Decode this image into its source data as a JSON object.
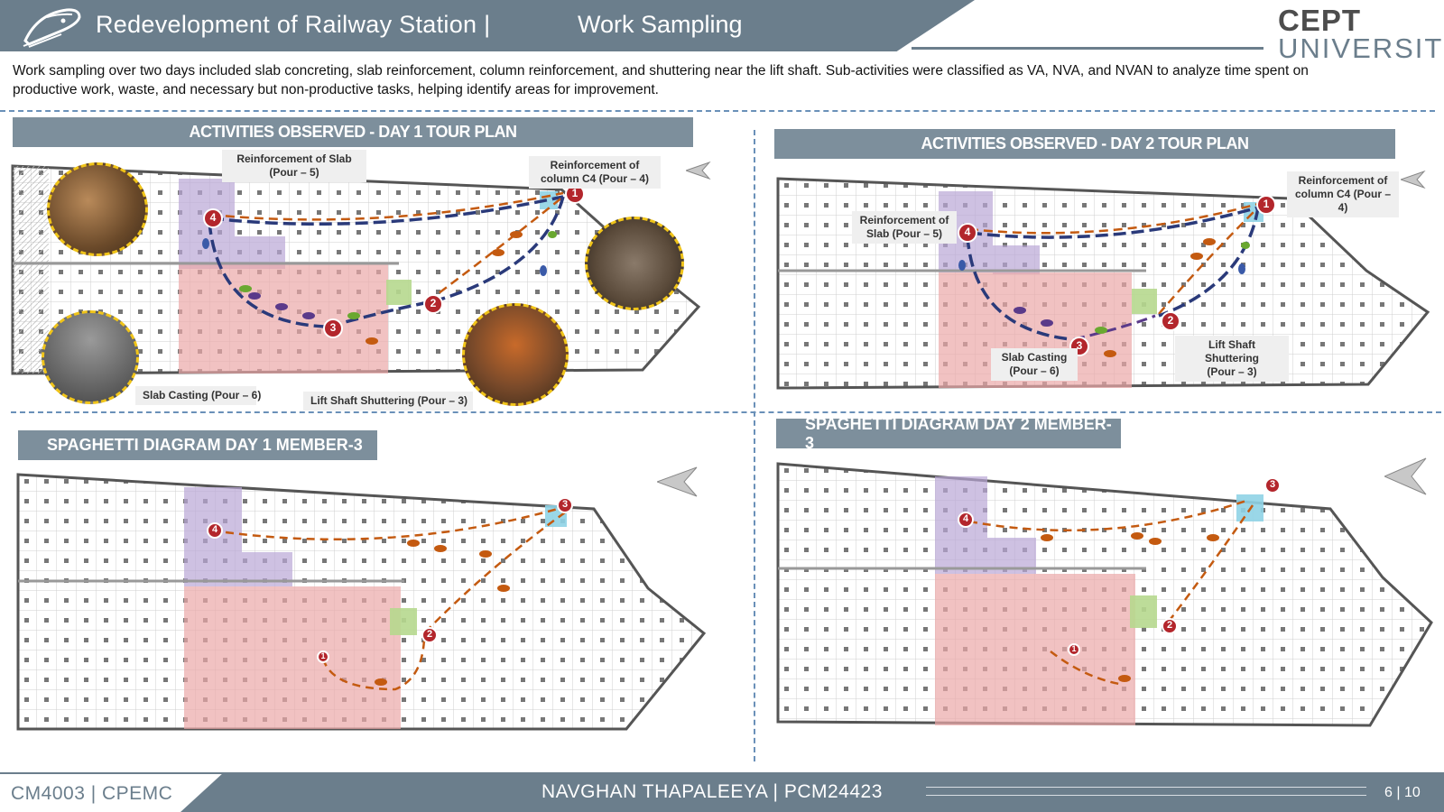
{
  "header": {
    "title": "Redevelopment of Railway Station |",
    "subtitle": "Work Sampling",
    "logo_line1": "CEPT",
    "logo_line2": "UNIVERSITY"
  },
  "intro": "Work sampling over two days included slab concreting, slab reinforcement, column reinforcement, and shuttering near the lift shaft. Sub-activities were classified as VA, NVA, and NVAN to analyze time spent on productive work, waste, and necessary but non-productive tasks, helping identify areas for improvement.",
  "day1": {
    "title": "ACTIVITIES OBSERVED - DAY 1 TOUR PLAN",
    "callouts": {
      "slab_reinf": "Reinforcement of Slab\n(Pour – 5)",
      "column": "Reinforcement of\ncolumn C4 (Pour – 4)",
      "slab_casting": "Slab Casting (Pour – 6)",
      "lift_shaft": "Lift Shaft Shuttering (Pour – 3)"
    }
  },
  "day2": {
    "title": "ACTIVITIES OBSERVED - DAY 2 TOUR PLAN",
    "callouts": {
      "column": "Reinforcement of\ncolumn C4 (Pour – 4)",
      "slab_reinf": "Reinforcement of\nSlab (Pour – 5)",
      "slab_casting": "Slab Casting\n(Pour – 6)",
      "lift_shaft": "Lift Shaft Shuttering\n(Pour – 3)"
    }
  },
  "spaghetti1": {
    "title": "SPAGHETTI DIAGRAM DAY 1 MEMBER-3"
  },
  "spaghetti2": {
    "title": "SPAGHETTI DIAGRAM DAY 2 MEMBER- 3"
  },
  "markers": {
    "m1": "1",
    "m2": "2",
    "m3": "3",
    "m4": "4"
  },
  "footer": {
    "course": "CM4003 | CPEMC",
    "author": "NAVGHAN THAPALEEYA | PCM24423",
    "page": "6 | 10"
  },
  "colors": {
    "accent": "#6b7e8c",
    "dash": "#6a90b8",
    "purple_zone": "#b9a6d6",
    "red_zone": "#eba8a8",
    "green_zone": "#b6d88e",
    "blue_zone": "#8fd3e6",
    "path_orange": "#c45a10",
    "path_navy": "#2a3a7a",
    "marker_red": "#b3262c"
  }
}
